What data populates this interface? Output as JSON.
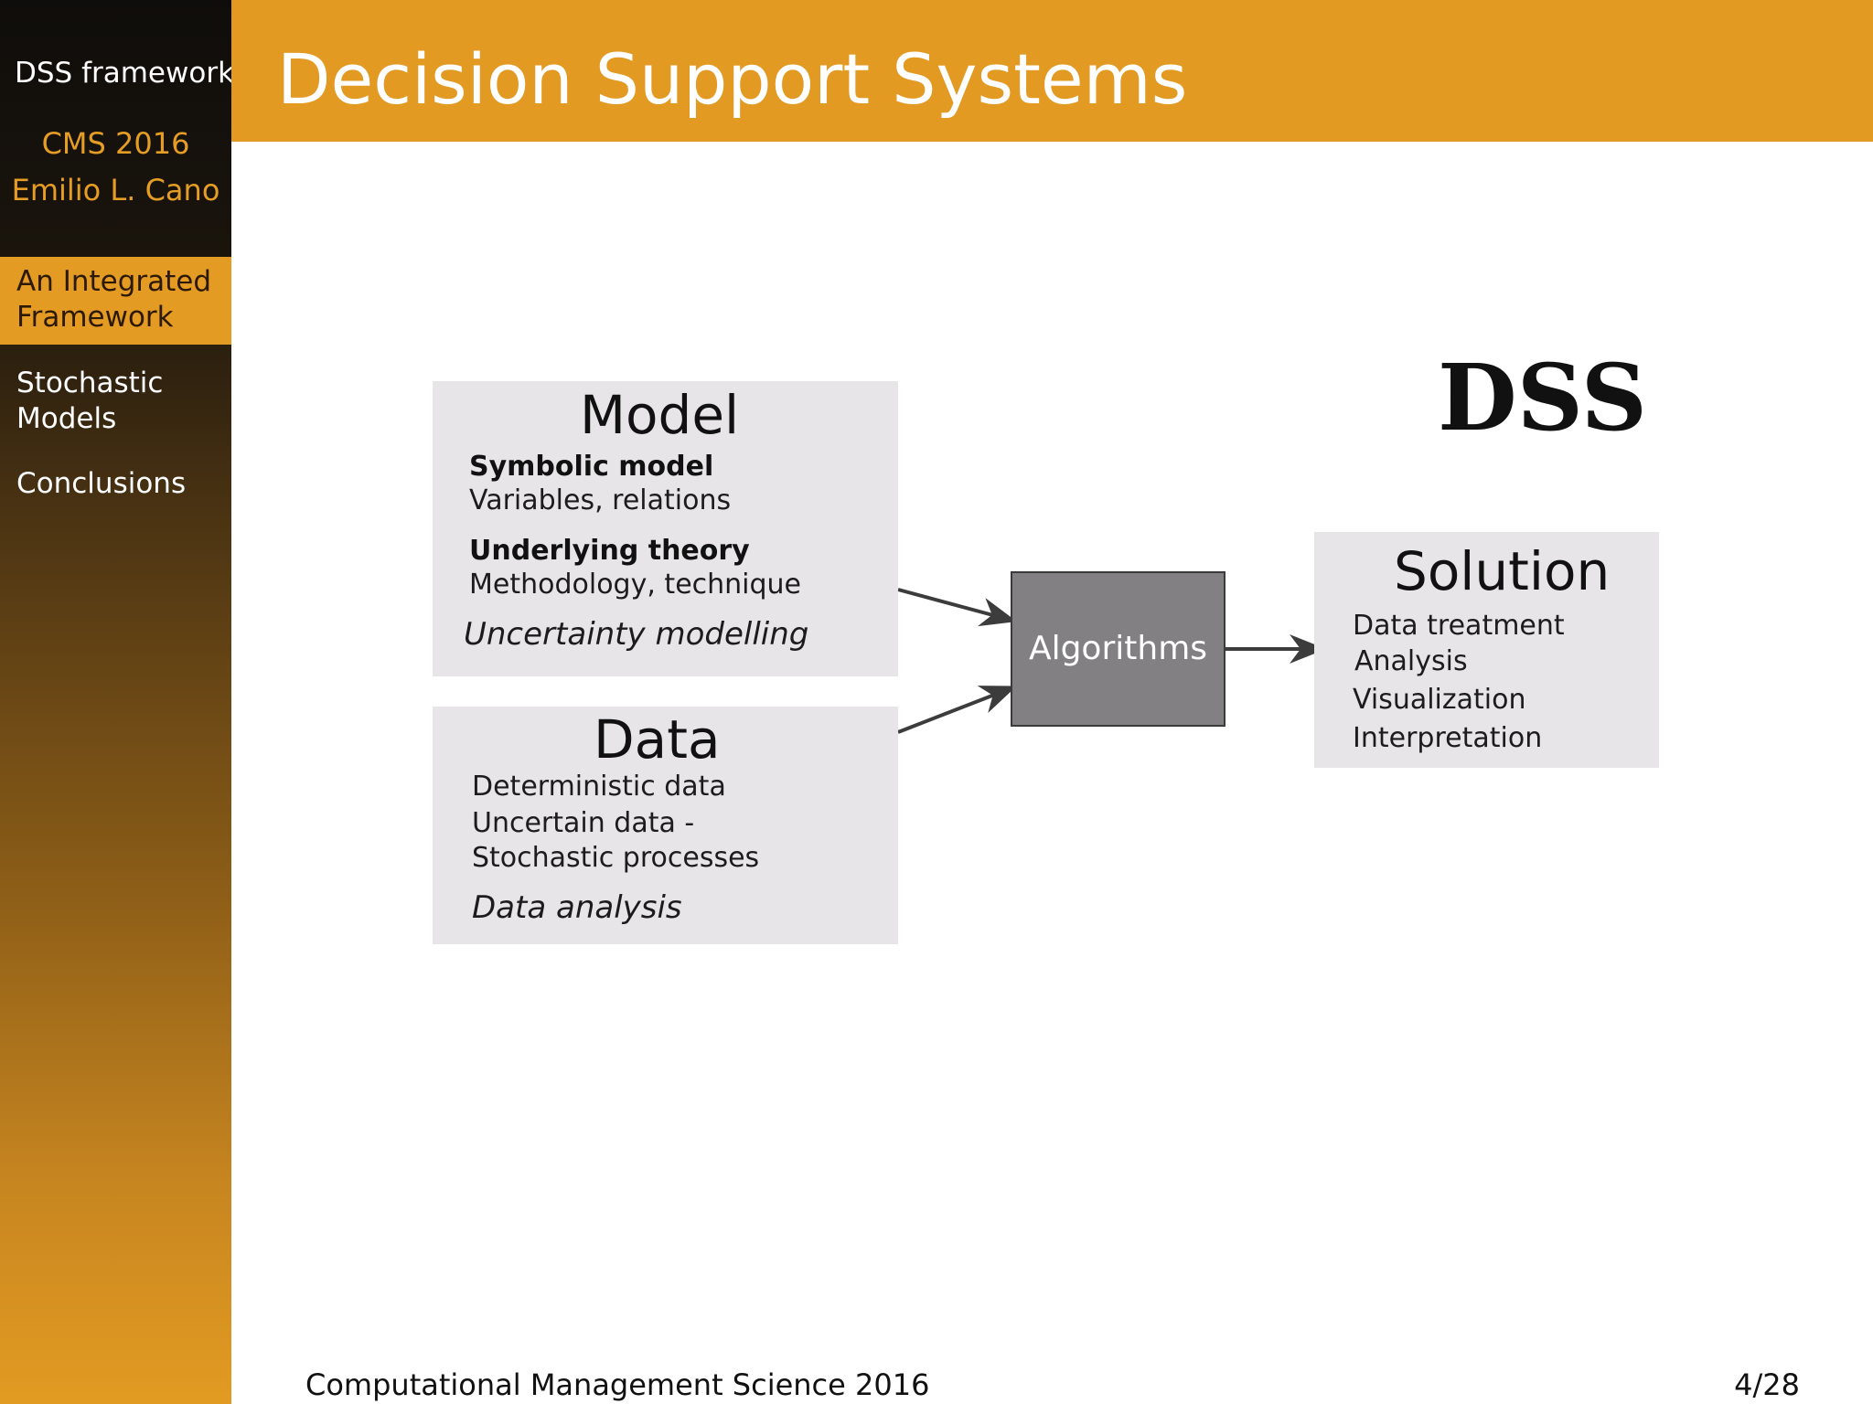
{
  "sidebar": {
    "title": "DSS framework",
    "event": "CMS 2016",
    "author": "Emilio L. Cano",
    "items": [
      {
        "label": "An Integrated Framework",
        "active": true
      },
      {
        "label": "Stochastic Models",
        "active": false
      },
      {
        "label": "Conclusions",
        "active": false
      }
    ]
  },
  "slide": {
    "title": "Decision Support Systems"
  },
  "diagram": {
    "dss_label": "DSS",
    "model": {
      "title": "Model",
      "heading1": "Symbolic model",
      "text1": "Variables, relations",
      "heading2": "Underlying theory",
      "text2": "Methodology, technique",
      "italic": "Uncertainty modelling"
    },
    "data": {
      "title": "Data",
      "line1": "Deterministic data",
      "line2": "Uncertain data -",
      "line3": "Stochastic processes",
      "italic": "Data analysis"
    },
    "algorithms": {
      "label": "Algorithms"
    },
    "solution": {
      "title": "Solution",
      "items": [
        "Data treatment",
        "Analysis",
        "Visualization",
        "Interpretation"
      ]
    }
  },
  "footer": {
    "text": "Computational Management Science 2016",
    "page": "4/28"
  },
  "colors": {
    "accent": "#e39a22",
    "box_bg": "#e7e5e8",
    "algorithms_bg": "#828083"
  }
}
